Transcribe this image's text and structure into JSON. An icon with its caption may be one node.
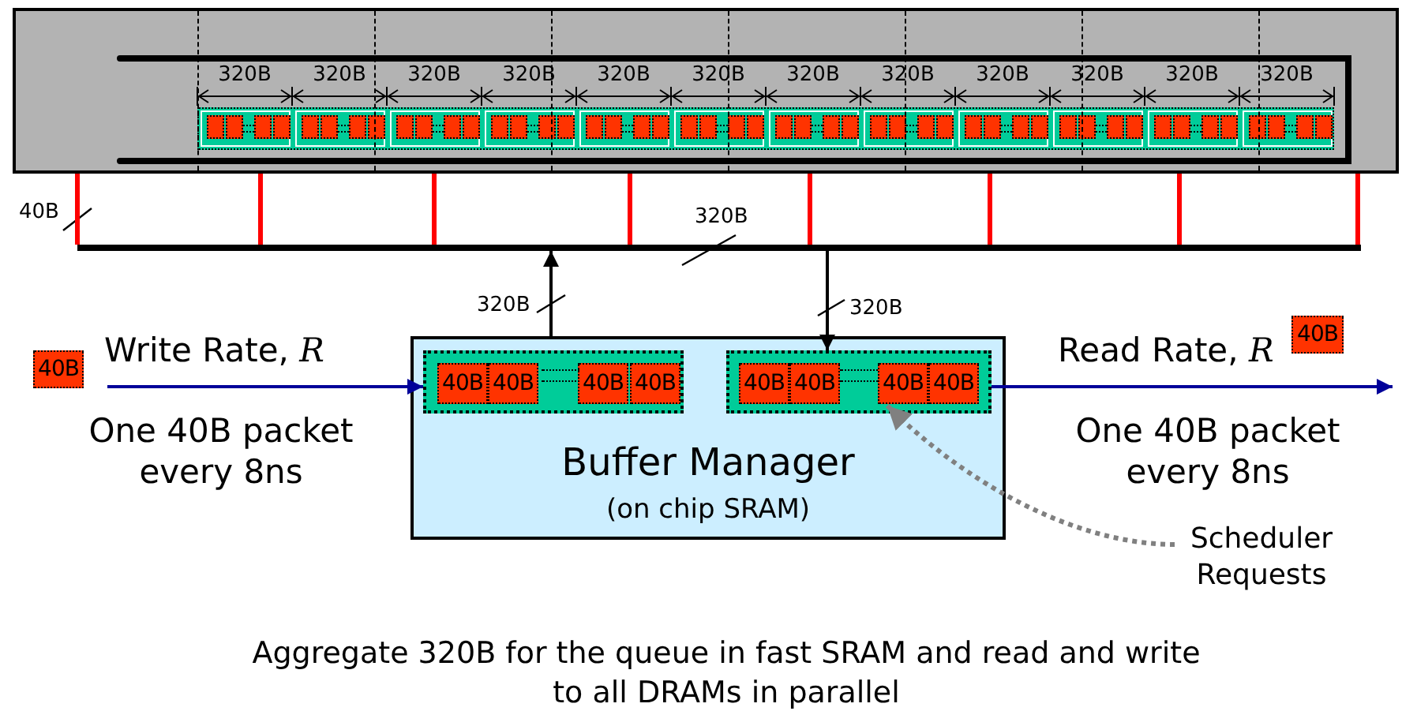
{
  "diagram": {
    "caption": "Aggregate 320B for the queue in fast SRAM and read and write to all DRAMs in parallel",
    "nodes": [
      {
        "text": [],
        "shape": "box"
      },
      {
        "text": [],
        "shape": "box",
        "in": 0
      },
      {
        "text": [],
        "shape": "box",
        "in": 1
      },
      {
        "text": [],
        "shape": "box",
        "in": 2
      },
      {
        "text": [],
        "shape": "box",
        "in": 2
      },
      {
        "text": [],
        "shape": "box",
        "in": 2
      },
      {
        "text": [],
        "shape": "box",
        "in": 2
      },
      {
        "text": [],
        "shape": "box",
        "in": 1
      },
      {
        "text": [],
        "shape": "box",
        "in": 7
      },
      {
        "text": [],
        "shape": "box",
        "in": 7
      },
      {
        "text": [],
        "shape": "box",
        "in": 7
      },
      {
        "text": [],
        "shape": "box",
        "in": 7
      },
      {
        "text": [],
        "shape": "box",
        "in": 1
      },
      {
        "text": [],
        "shape": "box",
        "in": 12
      },
      {
        "text": [],
        "shape": "box",
        "in": 12
      },
      {
        "text": [],
        "shape": "box",
        "in": 12
      },
      {
        "text": [],
        "shape": "box",
        "in": 12
      },
      {
        "text": [],
        "shape": "box",
        "in": 1
      },
      {
        "text": [],
        "shape": "box",
        "in": 17
      },
      {
        "text": [],
        "shape": "box",
        "in": 17
      },
      {
        "text": [],
        "shape": "box",
        "in": 17
      },
      {
        "text": [],
        "shape": "box",
        "in": 17
      },
      {
        "text": [],
        "shape": "box",
        "in": 1
      },
      {
        "text": [],
        "shape": "box",
        "in": 22
      },
      {
        "text": [],
        "shape": "box",
        "in": 22
      },
      {
        "text": [],
        "shape": "box",
        "in": 22
      },
      {
        "text": [],
        "shape": "box",
        "in": 22
      },
      {
        "text": [],
        "shape": "box",
        "in": 1
      },
      {
        "text": [],
        "shape": "box",
        "in": 27
      },
      {
        "text": [],
        "shape": "box",
        "in": 27
      },
      {
        "text": [],
        "shape": "box",
        "in": 27
      },
      {
        "text": [],
        "shape": "box",
        "in": 27
      },
      {
        "text": [],
        "shape": "box",
        "in": 1
      },
      {
        "text": [],
        "shape": "box",
        "in": 32
      },
      {
        "text": [],
        "shape": "box",
        "in": 32
      },
      {
        "text": [],
        "shape": "box",
        "in": 32
      },
      {
        "text": [],
        "shape": "box",
        "in": 32
      },
      {
        "text": [],
        "shape": "box",
        "in": 1
      },
      {
        "text": [],
        "shape": "box",
        "in": 37
      },
      {
        "text": [],
        "shape": "box",
        "in": 37
      },
      {
        "text": [],
        "shape": "box",
        "in": 37
      },
      {
        "text": [],
        "shape": "box",
        "in": 37
      },
      {
        "text": [],
        "shape": "box",
        "in": 1
      },
      {
        "text": [],
        "shape": "box",
        "in": 42
      },
      {
        "text": [],
        "shape": "box",
        "in": 42
      },
      {
        "text": [],
        "shape": "box",
        "in": 42
      },
      {
        "text": [],
        "shape": "box",
        "in": 42
      },
      {
        "text": [],
        "shape": "box",
        "in": 1
      },
      {
        "text": [],
        "shape": "box",
        "in": 47
      },
      {
        "text": [],
        "shape": "box",
        "in": 47
      },
      {
        "text": [],
        "shape": "box",
        "in": 47
      },
      {
        "text": [],
        "shape": "box",
        "in": 47
      },
      {
        "text": [],
        "shape": "box",
        "in": 1
      },
      {
        "text": [],
        "shape": "box",
        "in": 52
      },
      {
        "text": [],
        "shape": "box",
        "in": 52
      },
      {
        "text": [],
        "shape": "box",
        "in": 52
      },
      {
        "text": [],
        "shape": "box",
        "in": 52
      },
      {
        "text": [],
        "shape": "box",
        "in": 1
      },
      {
        "text": [],
        "shape": "box",
        "in": 57
      },
      {
        "text": [],
        "shape": "box",
        "in": 57
      },
      {
        "text": [],
        "shape": "box",
        "in": 57
      },
      {
        "text": [],
        "shape": "box",
        "in": 57
      },
      {
        "text": [],
        "shape": "bar"
      },
      {
        "text": [
          "Buffer Manager",
          "(on chip SRAM)"
        ]
      },
      {
        "text": [],
        "shape": "box",
        "in": 63
      },
      {
        "text": [
          "40B"
        ],
        "in": 64
      },
      {
        "text": [
          "40B"
        ],
        "in": 64
      },
      {
        "text": [
          "40B"
        ],
        "in": 64
      },
      {
        "text": [
          "40B"
        ],
        "in": 64
      },
      {
        "text": [],
        "shape": "box",
        "in": 63
      },
      {
        "text": [
          "40B"
        ],
        "in": 69
      },
      {
        "text": [
          "40B"
        ],
        "in": 69
      },
      {
        "text": [
          "40B"
        ],
        "in": 69
      },
      {
        "text": [
          "40B"
        ],
        "in": 69
      },
      {
        "text": [
          "40B"
        ]
      },
      {
        "text": [
          "40B"
        ]
      },
      {
        "text": [
          "Scheduler Requests"
        ]
      }
    ],
    "edges": [
      {
        "from": 62,
        "to": 0,
        "arrow": "none",
        "color": "#ff0000"
      },
      {
        "from": 62,
        "to": 0,
        "arrow": "none",
        "color": "#ff0000"
      },
      {
        "from": 62,
        "to": 0,
        "arrow": "none",
        "color": "#ff0000"
      },
      {
        "from": 62,
        "to": 0,
        "arrow": "none",
        "color": "#ff0000"
      },
      {
        "from": 62,
        "to": 0,
        "arrow": "none",
        "color": "#ff0000"
      },
      {
        "from": 62,
        "to": 0,
        "arrow": "none",
        "color": "#ff0000"
      },
      {
        "from": 62,
        "to": 0,
        "arrow": "none",
        "color": "#ff0000"
      },
      {
        "from": 62,
        "to": 0,
        "arrow": "none",
        "color": "#ff0000"
      },
      {
        "from": 63,
        "to": 62,
        "arrow": "to",
        "label": "320B",
        "color": "#000000"
      },
      {
        "from": 62,
        "to": 69,
        "arrow": "to",
        "label": "320B",
        "color": "#000000"
      },
      {
        "from": null,
        "to": 64,
        "arrow": "to",
        "label": "Write Rate, *R*",
        "color": "#000099"
      },
      {
        "from": 69,
        "to": null,
        "arrow": "to",
        "label": "Read Rate, *R*",
        "color": "#000099"
      },
      {
        "from": 76,
        "to": 72,
        "arrow": "to",
        "style": "dashed",
        "color": "#808080"
      }
    ],
    "labels": [
      "320B",
      "320B",
      "320B",
      "320B",
      "320B",
      "320B",
      "320B",
      "320B",
      "320B",
      "320B",
      "320B",
      "320B",
      "40B",
      "320B",
      "One 40B packet every 8ns",
      "One 40B packet every 8ns"
    ]
  }
}
